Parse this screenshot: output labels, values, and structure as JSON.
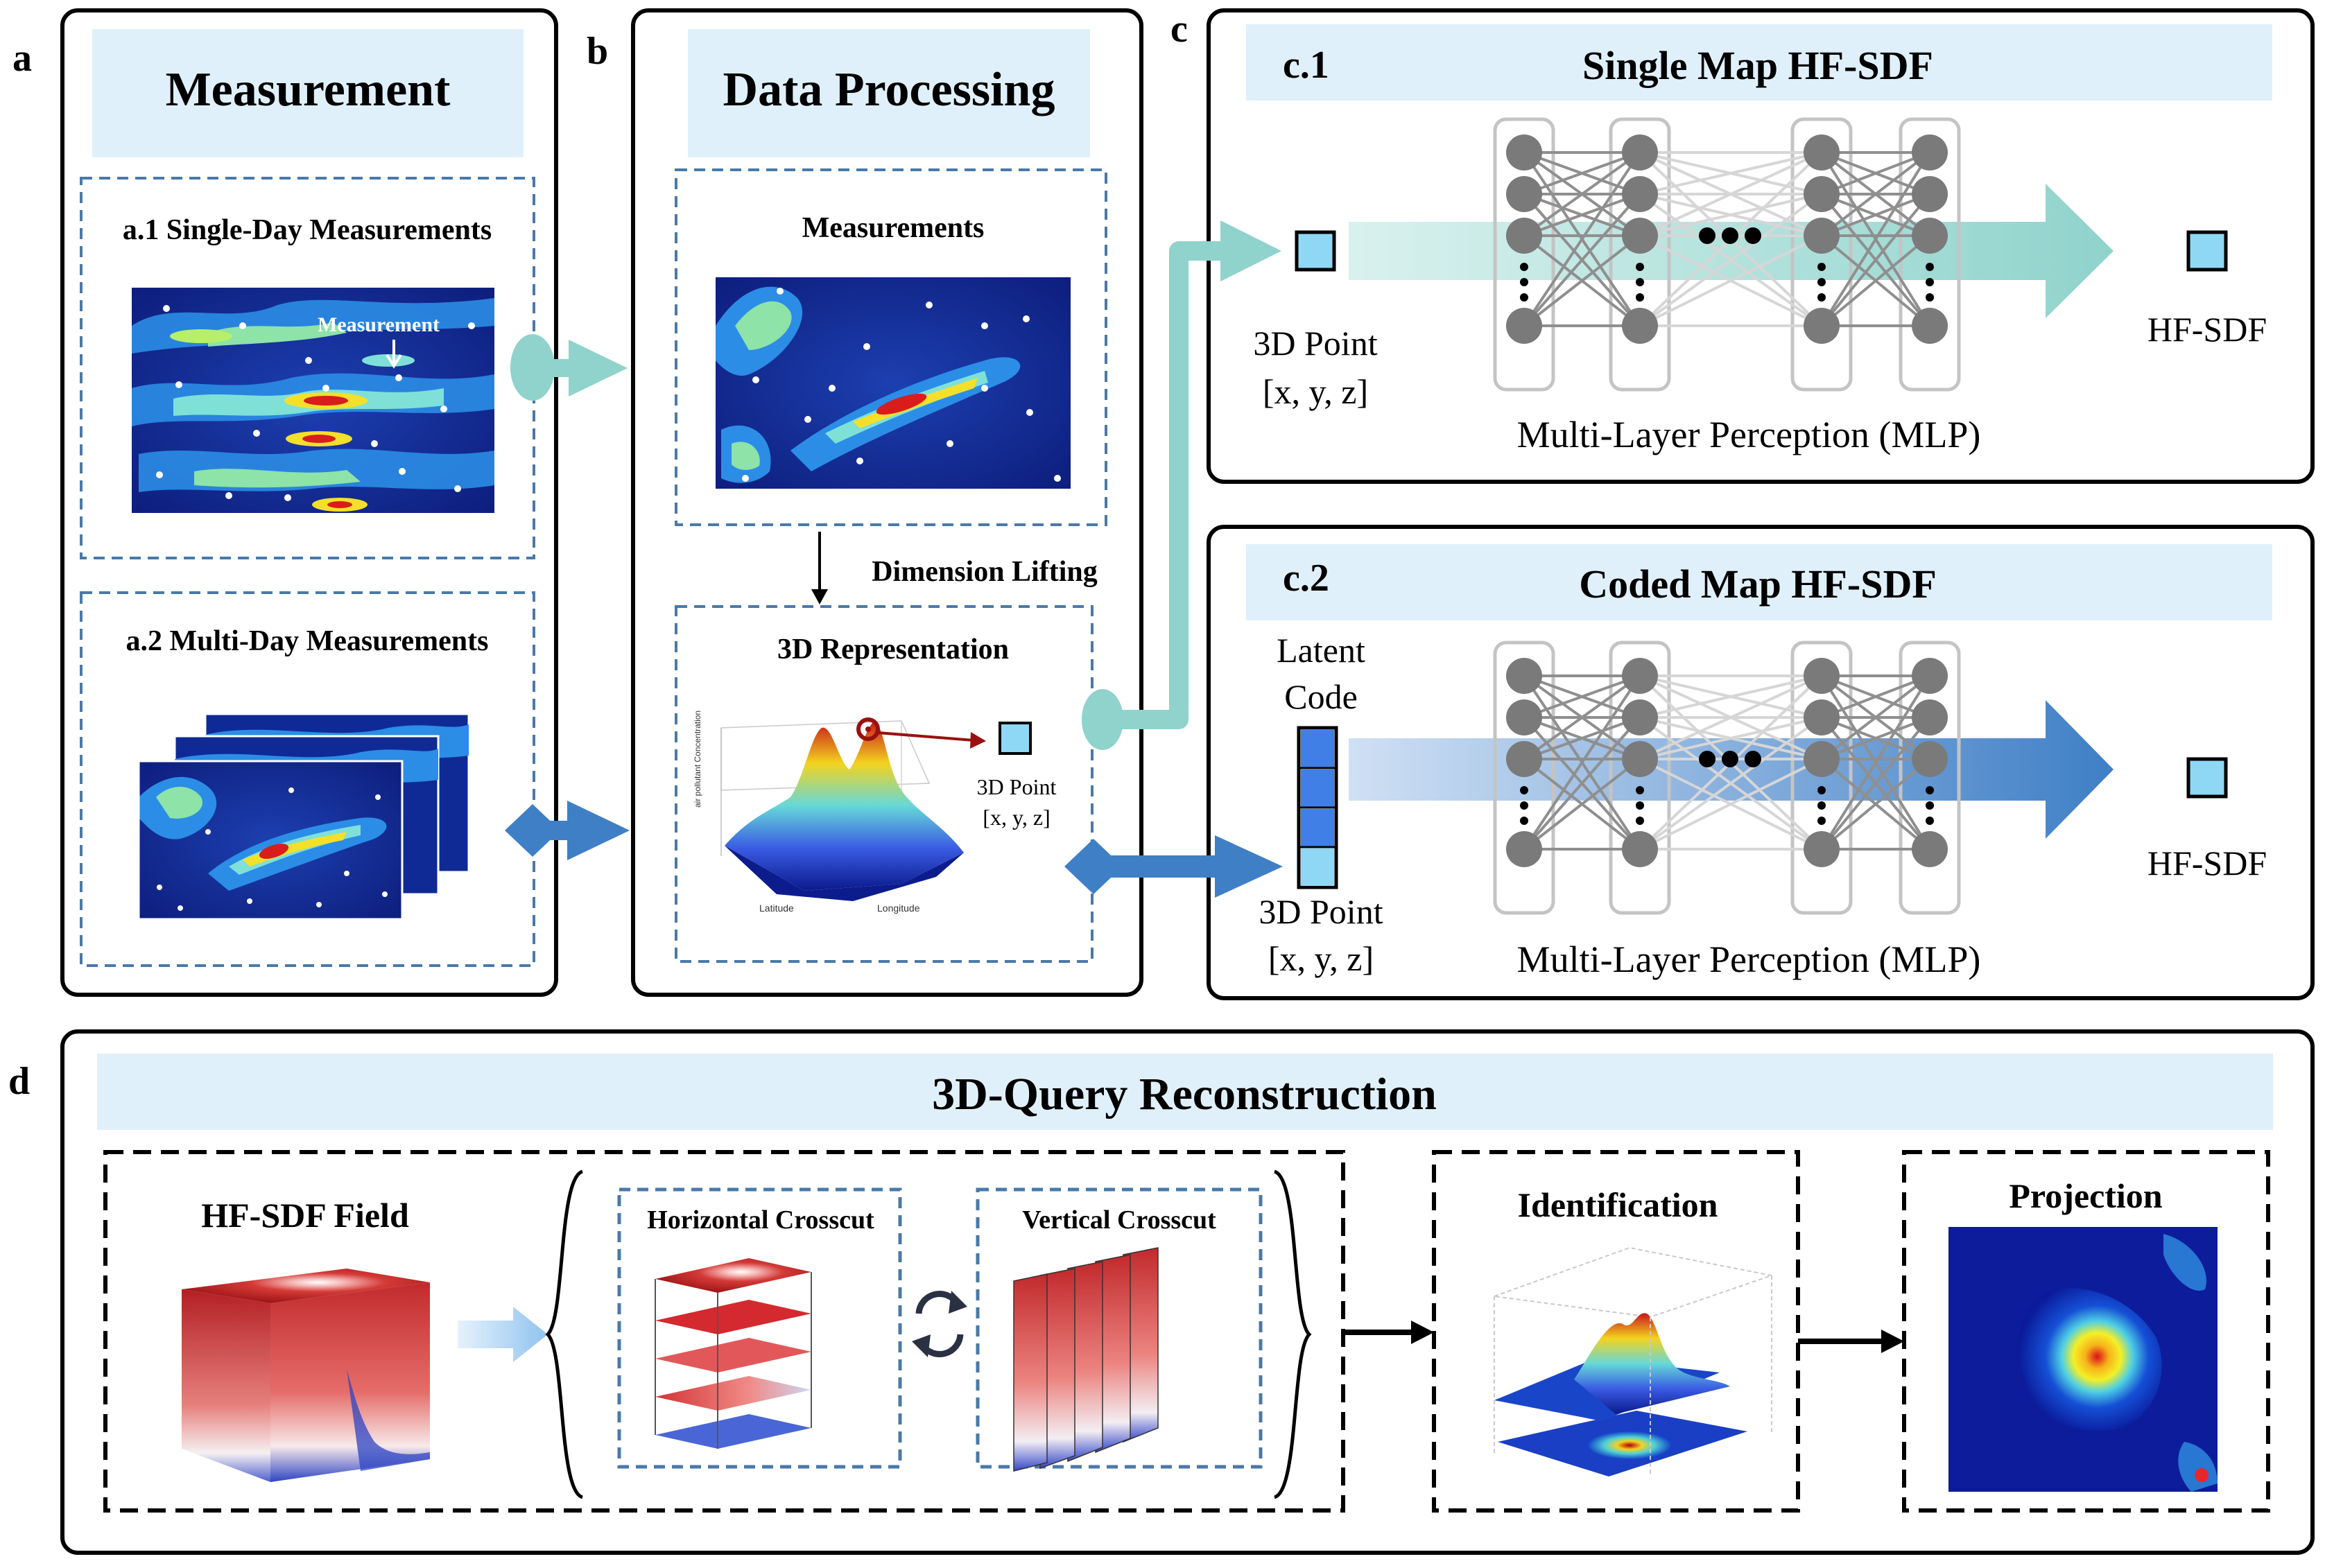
{
  "panels": {
    "a": {
      "letter": "a",
      "title": "Measurement",
      "sub1": "a.1 Single-Day Measurements",
      "sub1_annotation": "Measurement",
      "sub2": "a.2 Multi-Day Measurements"
    },
    "b": {
      "letter": "b",
      "title": "Data Processing",
      "measurements_label": "Measurements",
      "arrow_label": "Dimension Lifting",
      "rep_label": "3D Representation",
      "point_label_1": "3D Point",
      "point_label_2": "[x, y, z]",
      "plot_zlabel": "air pollutant Concentration",
      "plot_xlabel": "Latitude",
      "plot_ylabel": "Longitude"
    },
    "c": {
      "letter": "c",
      "c1": {
        "tag": "c.1",
        "title": "Single Map HF-SDF",
        "input_1": "3D Point",
        "input_2": "[x, y, z]",
        "mlp_label": "Multi-Layer Perception (MLP)",
        "output": "HF-SDF"
      },
      "c2": {
        "tag": "c.2",
        "title": "Coded Map HF-SDF",
        "latent_1": "Latent",
        "latent_2": "Code",
        "input_1": "3D Point",
        "input_2": "[x, y, z]",
        "mlp_label": "Multi-Layer Perception (MLP)",
        "output": "HF-SDF"
      }
    },
    "d": {
      "letter": "d",
      "title": "3D-Query Reconstruction",
      "field_label": "HF-SDF Field",
      "hcross_label": "Horizontal Crosscut",
      "vcross_label": "Vertical Crosscut",
      "ident_label": "Identification",
      "proj_label": "Projection"
    }
  },
  "colors": {
    "title_band": "#e0f0fb",
    "teal_arrow": "#8fd3cc",
    "blue_arrow": "#3f7fc6",
    "dashed_border": "#4a79a8",
    "node": "#7a7a7a",
    "output_square": "#8fd8f5"
  }
}
